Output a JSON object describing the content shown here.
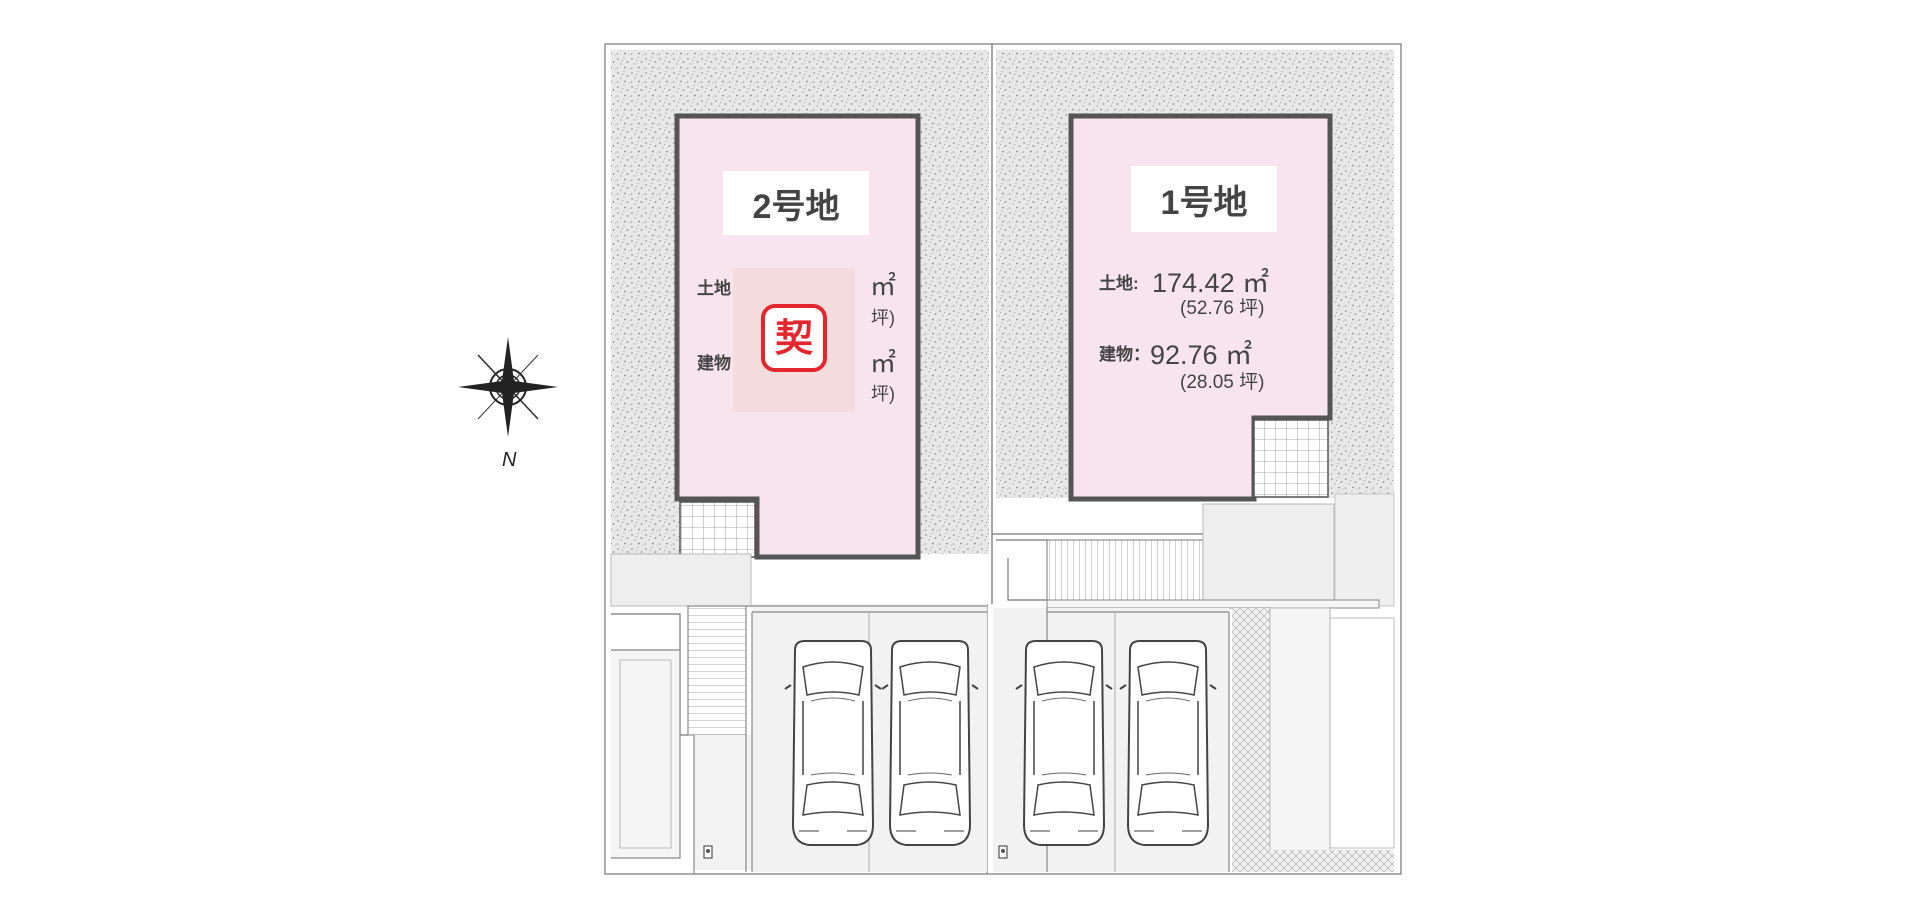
{
  "compass": {
    "north_label": "N",
    "icon": "compass-rose-icon"
  },
  "lots": [
    {
      "id": "lot-2",
      "title": "2号地",
      "land_label": "土地",
      "land_unit": "㎡",
      "land_tsubo_unit": "坪)",
      "building_label": "建物",
      "building_unit": "㎡",
      "building_tsubo_unit": "坪)",
      "contract_stamp": "契"
    },
    {
      "id": "lot-1",
      "title": "1号地",
      "land_label": "土地:",
      "land_area": "174.42 ㎡",
      "land_tsubo": "(52.76 坪)",
      "building_label": "建物：",
      "building_area": "92.76 ㎡",
      "building_tsubo": "(28.05 坪)"
    }
  ],
  "colors": {
    "building": "#f7e4ef",
    "building_outline": "#555555",
    "gravel": "#e6e6e6",
    "paving": "#efefef",
    "stamp_red": "#e4262f",
    "stamp_bg": "#f3dcdb"
  }
}
